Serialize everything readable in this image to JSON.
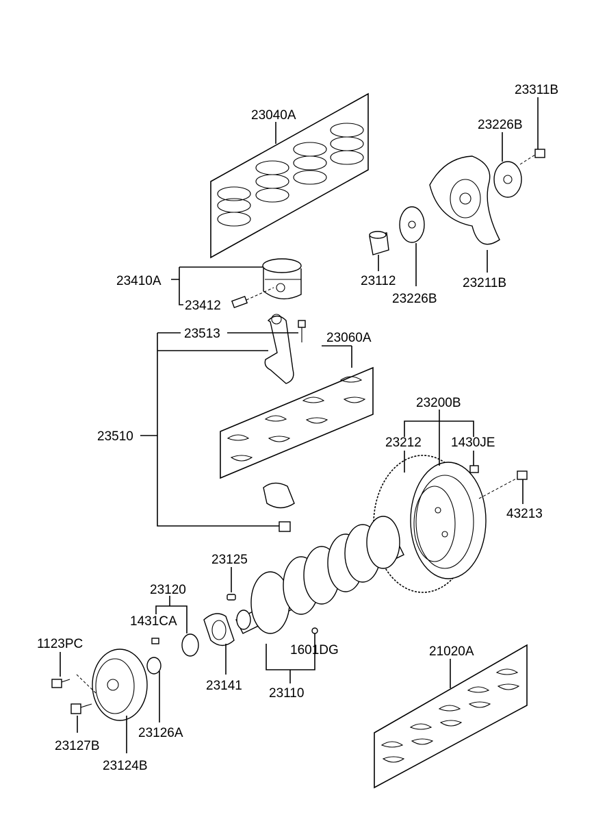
{
  "labels": {
    "p23040A": "23040A",
    "p23311B": "23311B",
    "p23226B_top": "23226B",
    "p23410A": "23410A",
    "p23412": "23412",
    "p23112": "23112",
    "p23226B_bot": "23226B",
    "p23211B": "23211B",
    "p23513": "23513",
    "p23060A": "23060A",
    "p23200B": "23200B",
    "p23212": "23212",
    "p1430JE": "1430JE",
    "p23510": "23510",
    "p43213": "43213",
    "p23125": "23125",
    "p23120": "23120",
    "p1431CA": "1431CA",
    "p1123PC": "1123PC",
    "p1601DG": "1601DG",
    "p21020A": "21020A",
    "p23141": "23141",
    "p23110": "23110",
    "p23126A": "23126A",
    "p23127B": "23127B",
    "p23124B": "23124B"
  }
}
